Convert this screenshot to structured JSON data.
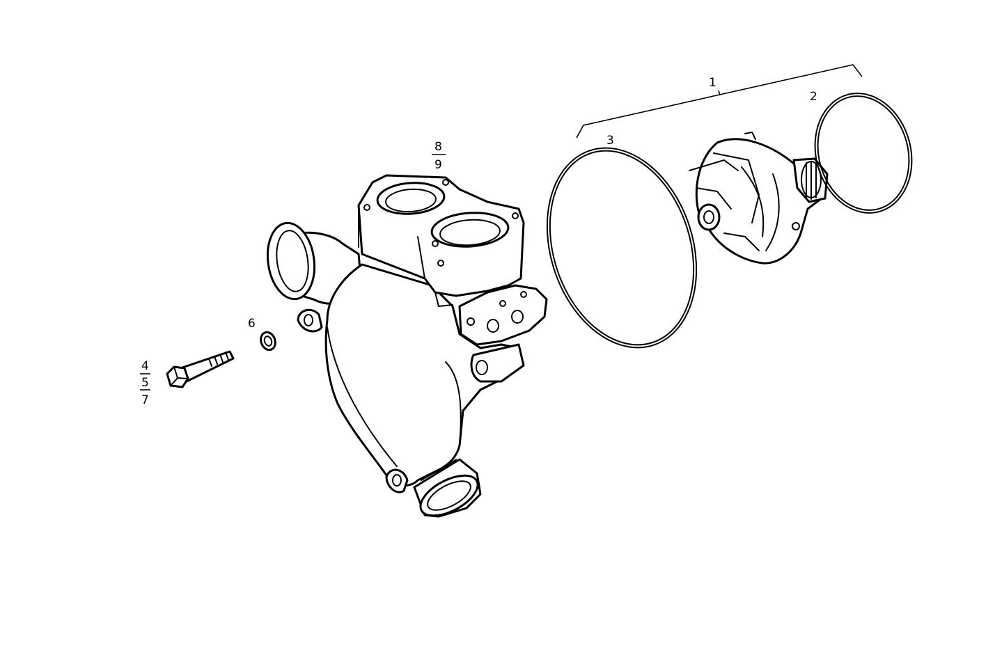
{
  "diagram": {
    "colors": {
      "line": "#000000",
      "background": "#ffffff"
    },
    "callouts": {
      "c1": "1",
      "c2": "2",
      "c3": "3",
      "c4": "4",
      "c5": "5",
      "c6": "6",
      "c7": "7",
      "c8": "8",
      "c9": "9"
    }
  }
}
